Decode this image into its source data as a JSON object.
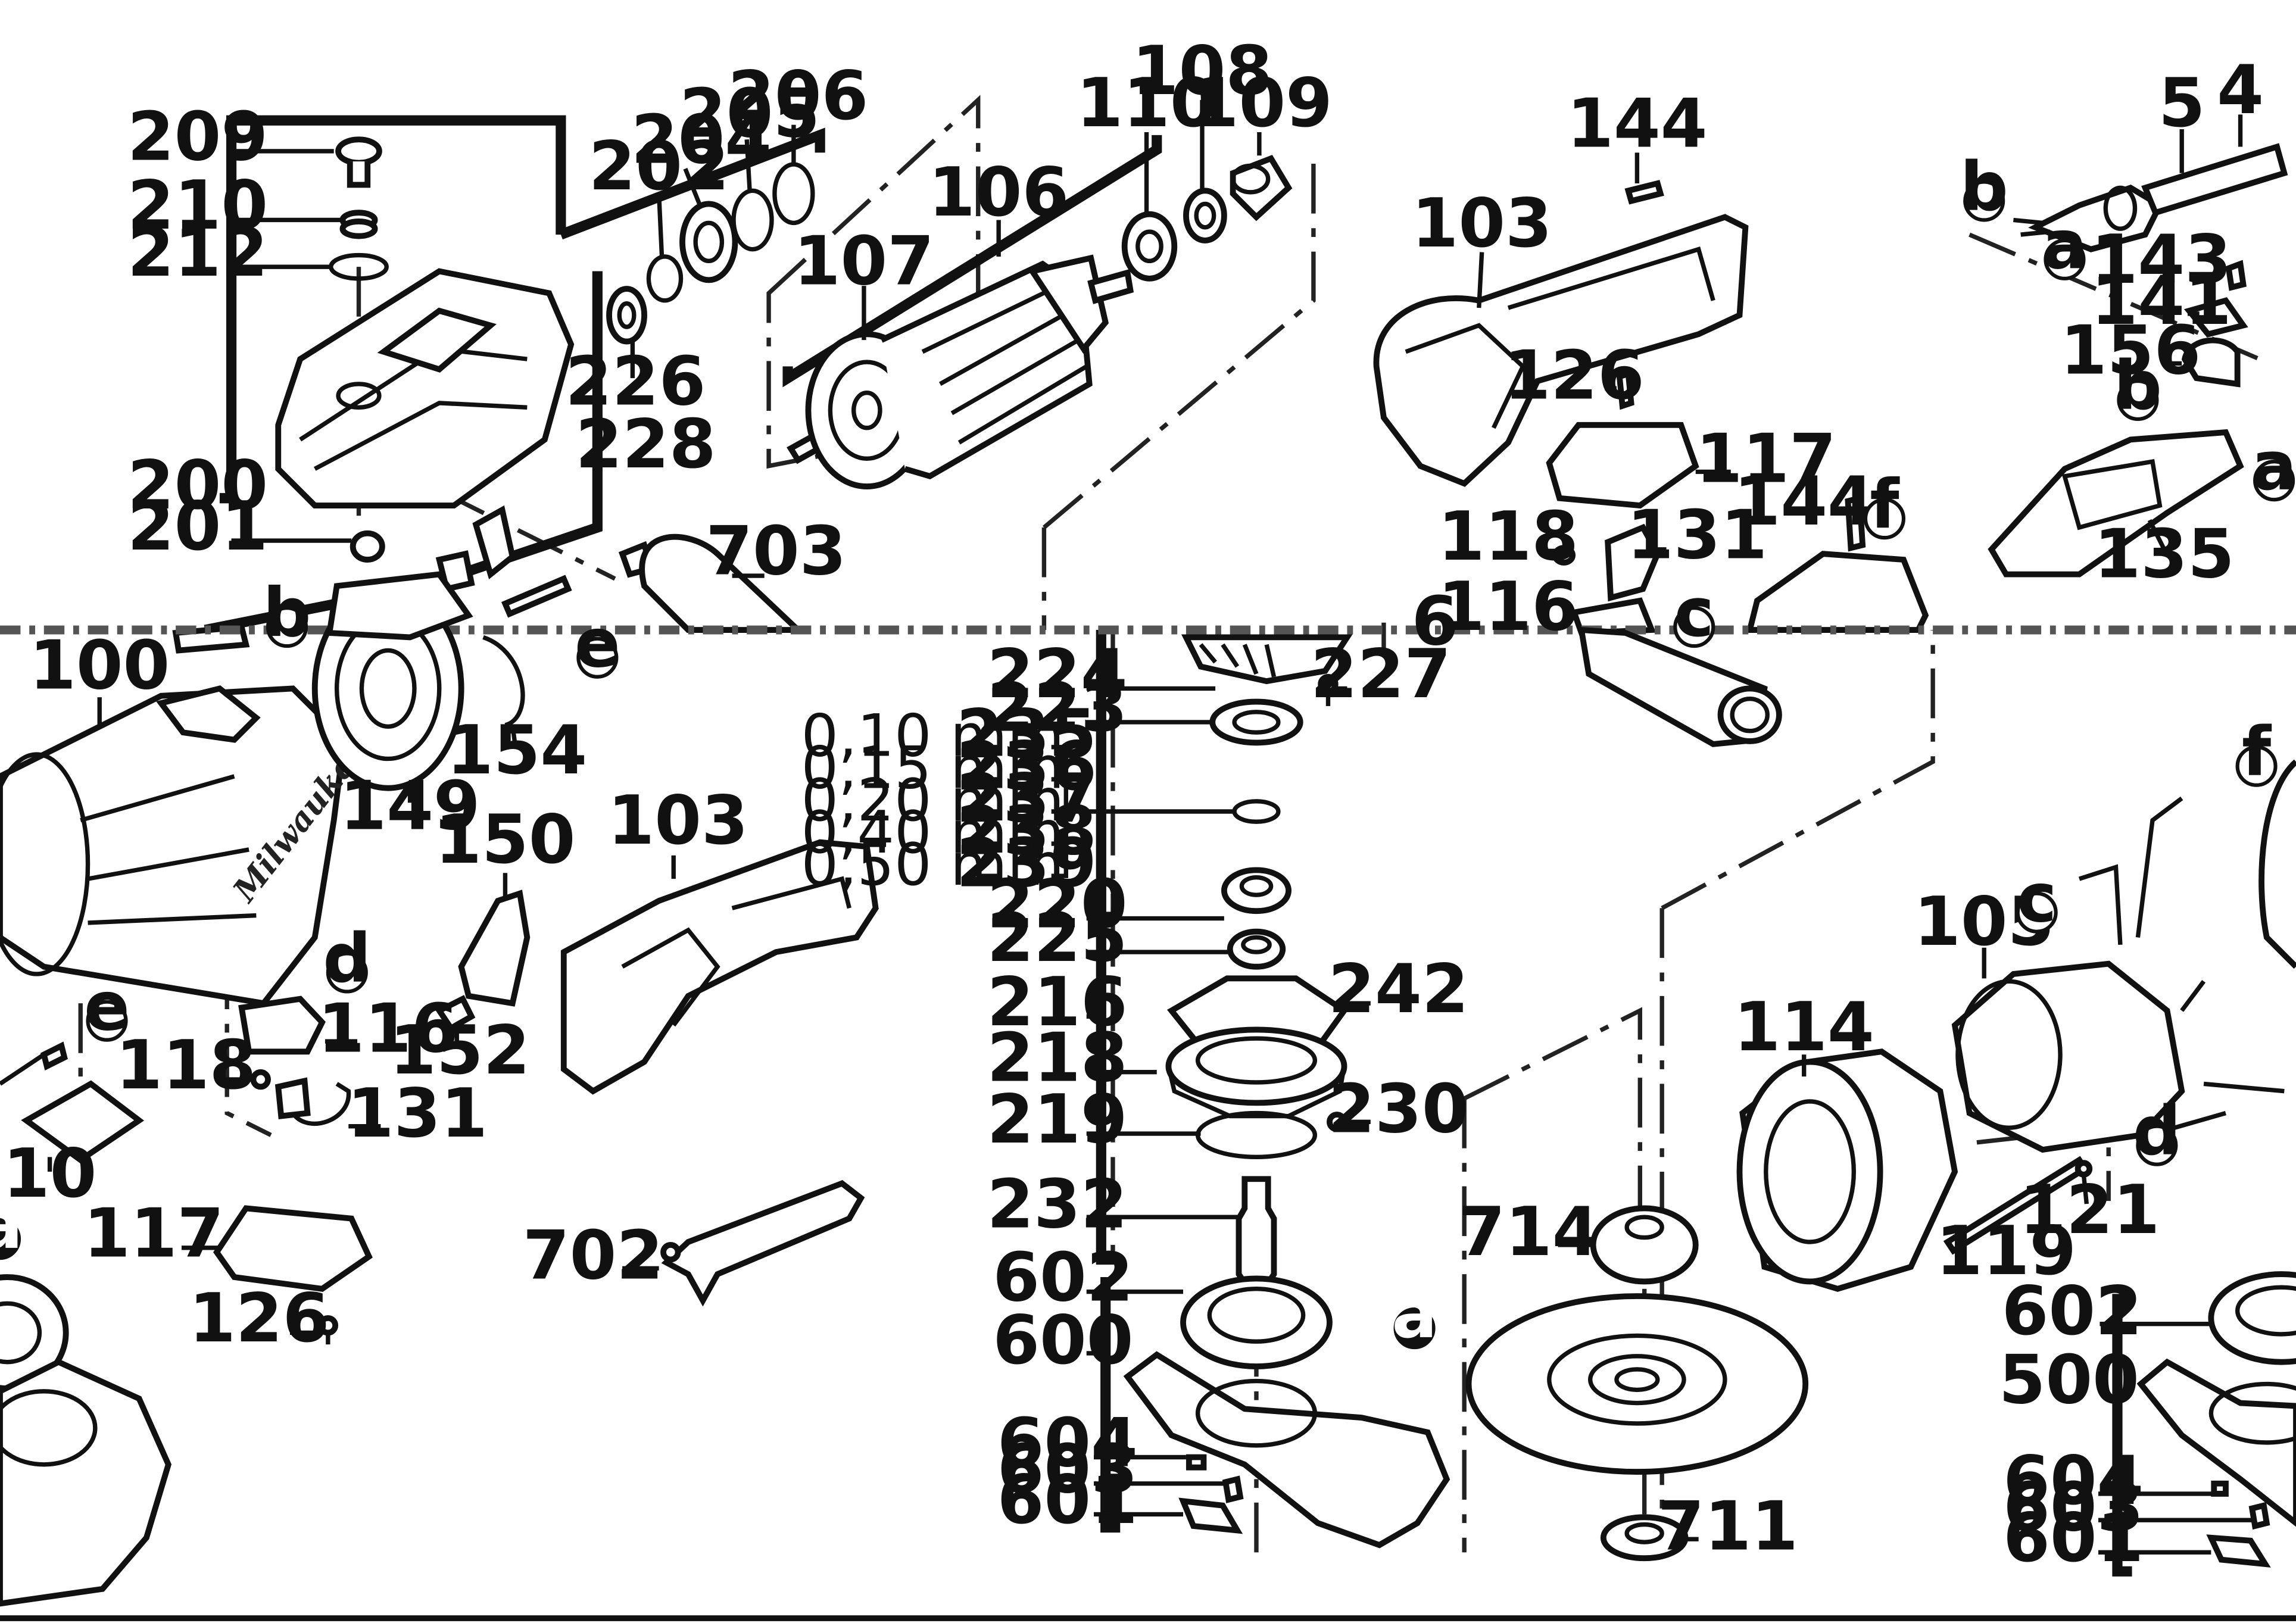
{
  "diagram": {
    "brand_mark": "Milwaukee",
    "part_numbers": {
      "p209": "209",
      "p210": "210",
      "p212": "212",
      "p200": "200",
      "p201": "201",
      "p202": "202",
      "p204": "204",
      "p205": "205",
      "p206": "206",
      "p226": "226",
      "p228": "228",
      "p703": "703",
      "p106": "106",
      "p107": "107",
      "p108": "108",
      "p110": "110",
      "p109": "109",
      "p144a": "144",
      "p103a": "103",
      "p126a": "126",
      "p117a": "117",
      "p118a": "118",
      "p131a": "131",
      "p144b": "144",
      "p116a": "116",
      "p5": "5",
      "p4": "4",
      "p143": "143",
      "p141": "141",
      "p156": "156",
      "p135": "135",
      "p6": "6",
      "p100": "100",
      "p149": "149",
      "p154": "154",
      "p150": "150",
      "p152": "152",
      "p103b": "103",
      "p116b": "116",
      "p118b": "118",
      "p131b": "131",
      "p10": "10",
      "p117b": "117",
      "p126b": "126",
      "p702": "702",
      "p224": "224",
      "p227": "227",
      "p223": "223",
      "p235": "235",
      "p236": "236",
      "p237": "237",
      "p238": "238",
      "p239": "239",
      "p220": "220",
      "p225": "225",
      "p216": "216",
      "p242": "242",
      "p218": "218",
      "p219": "219",
      "p230": "230",
      "p232": "232",
      "p602a": "602",
      "p600": "600",
      "p604a": "604",
      "p603a": "603",
      "p601a": "601",
      "p714": "714",
      "p711": "711",
      "p114": "114",
      "p105": "105",
      "p121": "121",
      "p119": "119",
      "p602b": "602",
      "p500": "500",
      "p604b": "604",
      "p603b": "603",
      "p601b": "601"
    },
    "shim_sizes": {
      "s235": "0,10 mm",
      "s236": "0,15 mm",
      "s237": "0,20 mm",
      "s238": "0,40 mm",
      "s239": "0,50 mm"
    },
    "connection_markers": {
      "a1": "a",
      "a2": "a",
      "a3": "a",
      "a4": "a",
      "b1": "b",
      "b2": "b",
      "b3": "b",
      "c1": "c",
      "c2": "c",
      "d1": "d",
      "d2": "d",
      "e1": "e",
      "e2": "e",
      "f1": "f",
      "f2": "f"
    }
  }
}
